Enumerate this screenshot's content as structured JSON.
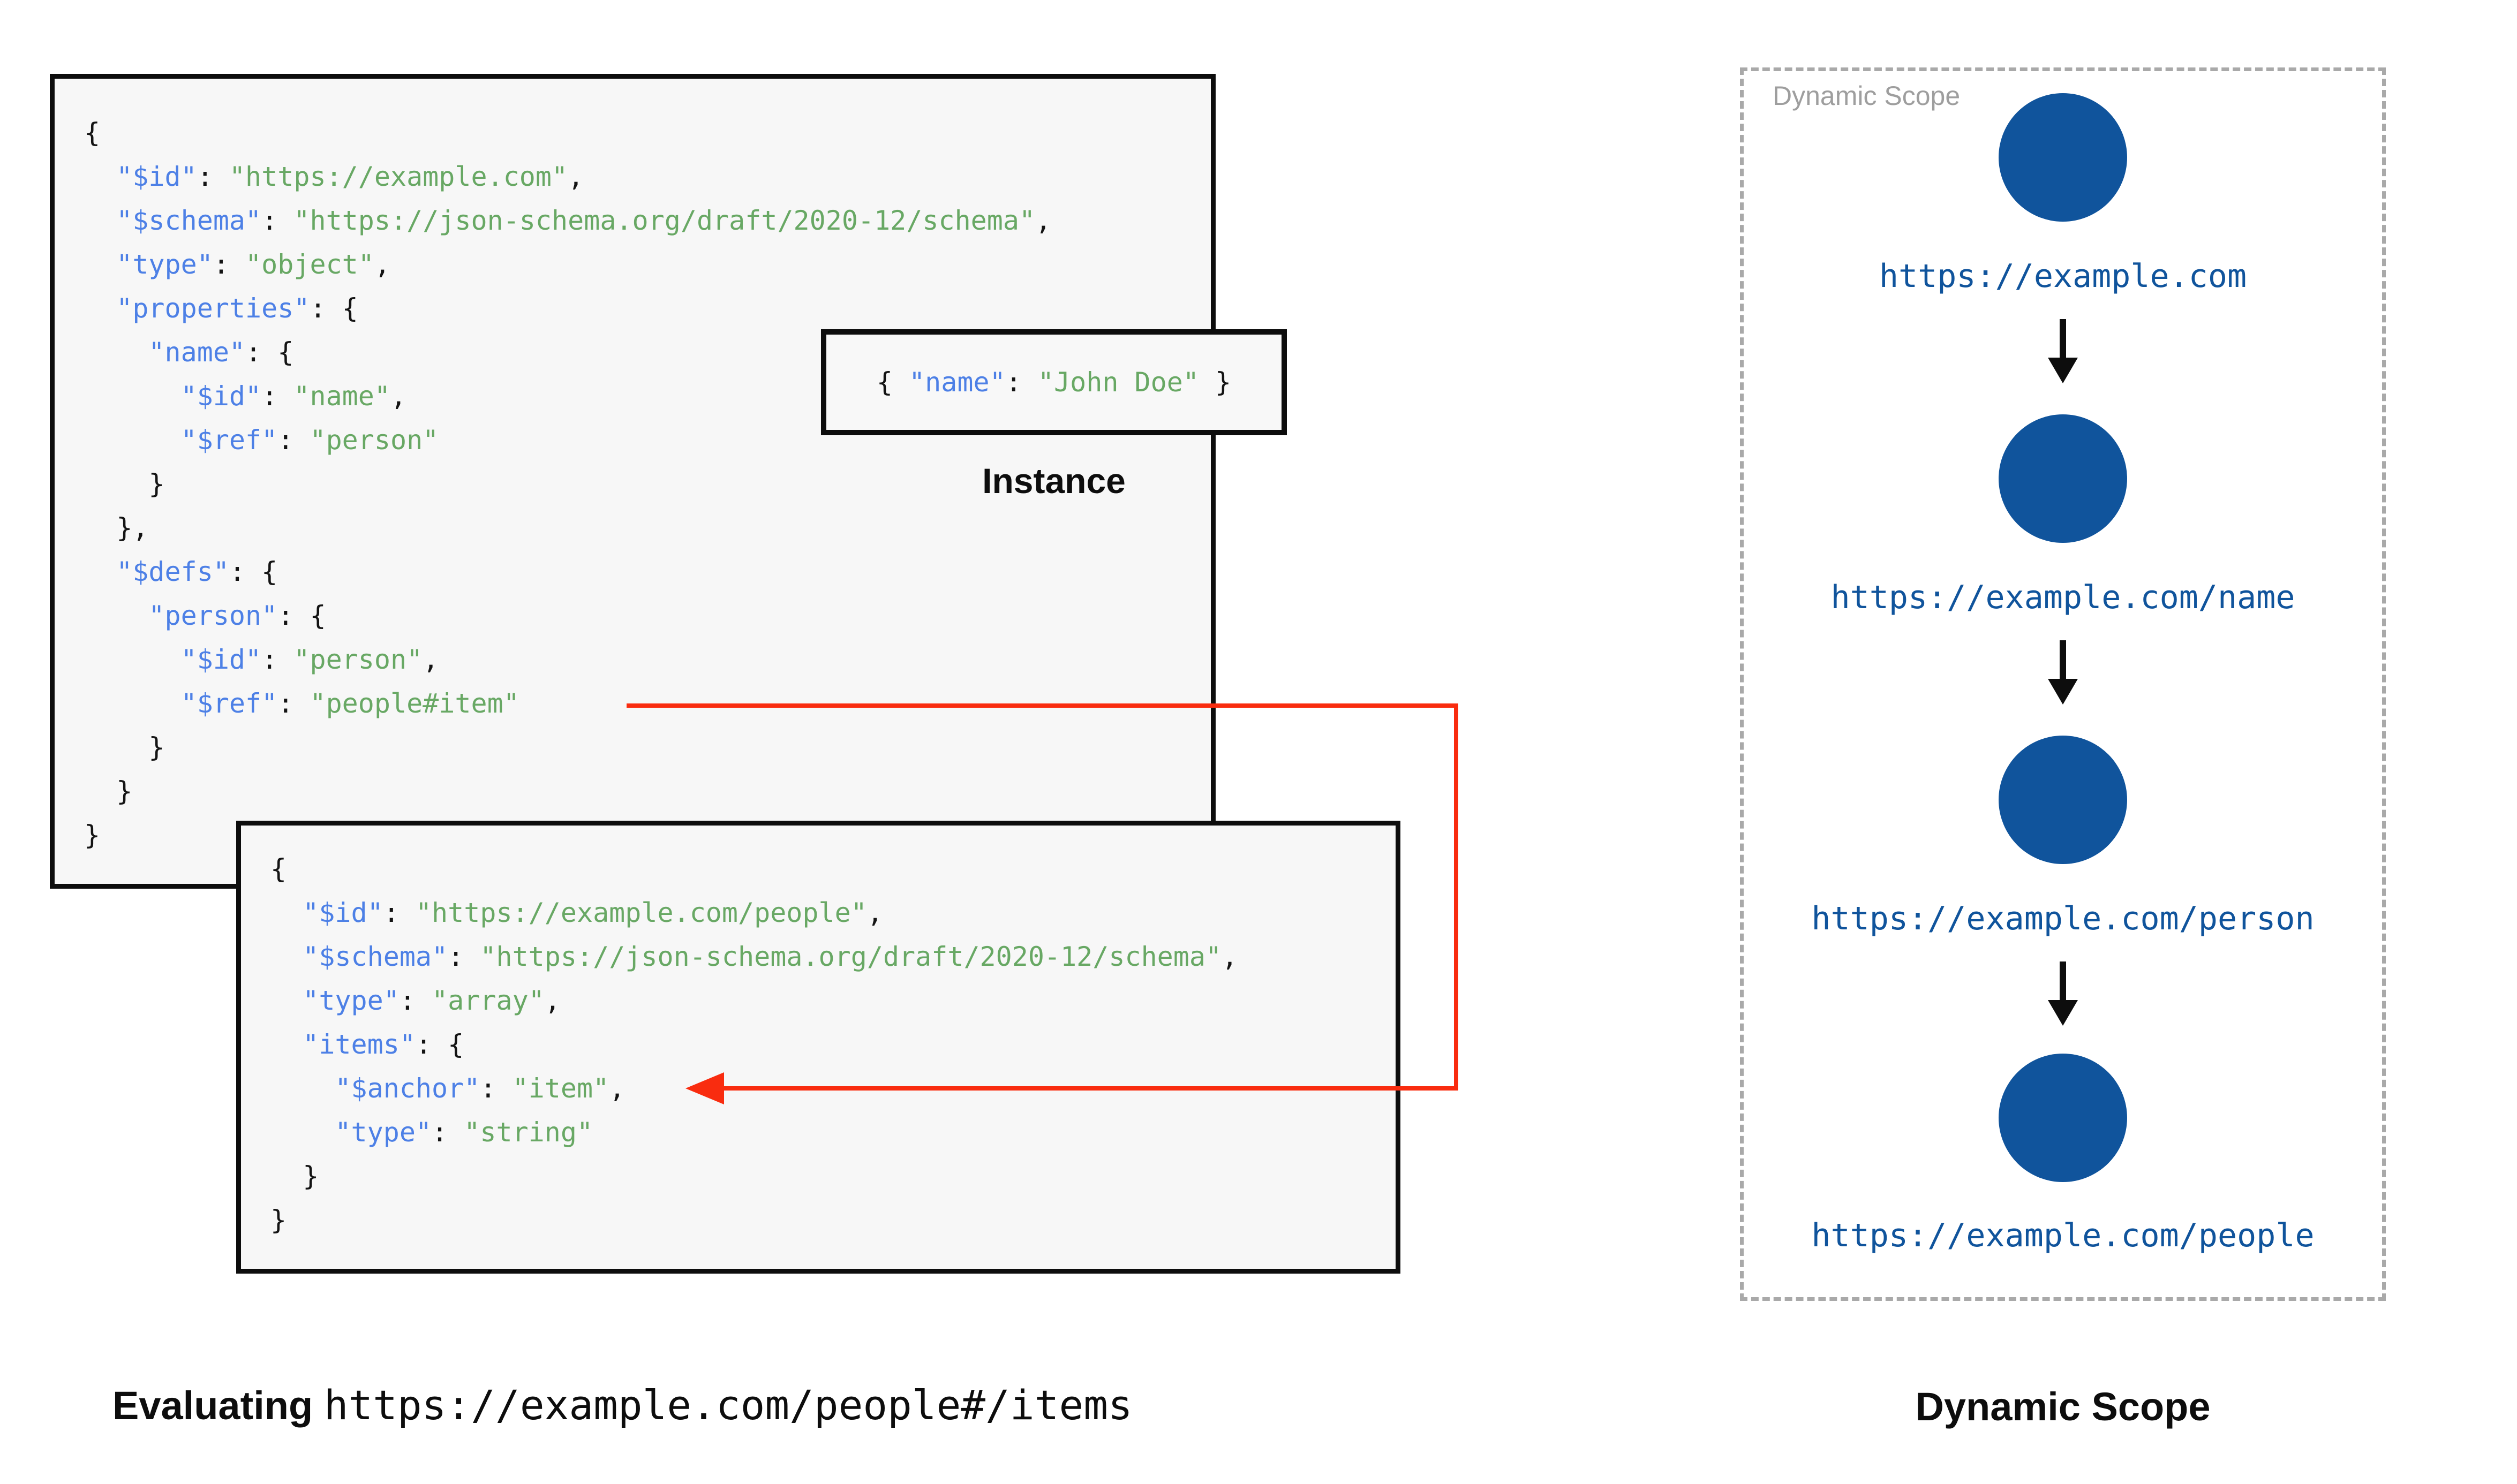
{
  "labels": {
    "instance_caption": "Instance",
    "scope_box_title": "Dynamic Scope",
    "scope_bottom_caption": "Dynamic Scope",
    "evaluating_word": "Evaluating ",
    "evaluating_uri": "https://example.com/people#/items"
  },
  "schema1": {
    "lines": [
      [
        {
          "c": "p",
          "v": "{"
        }
      ],
      [
        {
          "c": "p",
          "v": "  "
        },
        {
          "c": "k",
          "v": "\"$id\""
        },
        {
          "c": "p",
          "v": ": "
        },
        {
          "c": "s",
          "v": "\"https://example.com\""
        },
        {
          "c": "p",
          "v": ","
        }
      ],
      [
        {
          "c": "p",
          "v": "  "
        },
        {
          "c": "k",
          "v": "\"$schema\""
        },
        {
          "c": "p",
          "v": ": "
        },
        {
          "c": "s",
          "v": "\"https://json-schema.org/draft/2020-12/schema\""
        },
        {
          "c": "p",
          "v": ","
        }
      ],
      [
        {
          "c": "p",
          "v": "  "
        },
        {
          "c": "k",
          "v": "\"type\""
        },
        {
          "c": "p",
          "v": ": "
        },
        {
          "c": "s",
          "v": "\"object\""
        },
        {
          "c": "p",
          "v": ","
        }
      ],
      [
        {
          "c": "p",
          "v": "  "
        },
        {
          "c": "k",
          "v": "\"properties\""
        },
        {
          "c": "p",
          "v": ": {"
        }
      ],
      [
        {
          "c": "p",
          "v": "    "
        },
        {
          "c": "k",
          "v": "\"name\""
        },
        {
          "c": "p",
          "v": ": {"
        }
      ],
      [
        {
          "c": "p",
          "v": "      "
        },
        {
          "c": "k",
          "v": "\"$id\""
        },
        {
          "c": "p",
          "v": ": "
        },
        {
          "c": "s",
          "v": "\"name\""
        },
        {
          "c": "p",
          "v": ","
        }
      ],
      [
        {
          "c": "p",
          "v": "      "
        },
        {
          "c": "k",
          "v": "\"$ref\""
        },
        {
          "c": "p",
          "v": ": "
        },
        {
          "c": "s",
          "v": "\"person\""
        }
      ],
      [
        {
          "c": "p",
          "v": "    }"
        }
      ],
      [
        {
          "c": "p",
          "v": "  },"
        }
      ],
      [
        {
          "c": "p",
          "v": "  "
        },
        {
          "c": "k",
          "v": "\"$defs\""
        },
        {
          "c": "p",
          "v": ": {"
        }
      ],
      [
        {
          "c": "p",
          "v": "    "
        },
        {
          "c": "k",
          "v": "\"person\""
        },
        {
          "c": "p",
          "v": ": {"
        }
      ],
      [
        {
          "c": "p",
          "v": "      "
        },
        {
          "c": "k",
          "v": "\"$id\""
        },
        {
          "c": "p",
          "v": ": "
        },
        {
          "c": "s",
          "v": "\"person\""
        },
        {
          "c": "p",
          "v": ","
        }
      ],
      [
        {
          "c": "p",
          "v": "      "
        },
        {
          "c": "k",
          "v": "\"$ref\""
        },
        {
          "c": "p",
          "v": ": "
        },
        {
          "c": "s",
          "v": "\"people#item\""
        }
      ],
      [
        {
          "c": "p",
          "v": "    }"
        }
      ],
      [
        {
          "c": "p",
          "v": "  }"
        }
      ],
      [
        {
          "c": "p",
          "v": "}"
        }
      ]
    ]
  },
  "schema2": {
    "lines": [
      [
        {
          "c": "p",
          "v": "{"
        }
      ],
      [
        {
          "c": "p",
          "v": "  "
        },
        {
          "c": "k",
          "v": "\"$id\""
        },
        {
          "c": "p",
          "v": ": "
        },
        {
          "c": "s",
          "v": "\"https://example.com/people\""
        },
        {
          "c": "p",
          "v": ","
        }
      ],
      [
        {
          "c": "p",
          "v": "  "
        },
        {
          "c": "k",
          "v": "\"$schema\""
        },
        {
          "c": "p",
          "v": ": "
        },
        {
          "c": "s",
          "v": "\"https://json-schema.org/draft/2020-12/schema\""
        },
        {
          "c": "p",
          "v": ","
        }
      ],
      [
        {
          "c": "p",
          "v": "  "
        },
        {
          "c": "k",
          "v": "\"type\""
        },
        {
          "c": "p",
          "v": ": "
        },
        {
          "c": "s",
          "v": "\"array\""
        },
        {
          "c": "p",
          "v": ","
        }
      ],
      [
        {
          "c": "p",
          "v": "  "
        },
        {
          "c": "k",
          "v": "\"items\""
        },
        {
          "c": "p",
          "v": ": {"
        }
      ],
      [
        {
          "c": "p",
          "v": "    "
        },
        {
          "c": "k",
          "v": "\"$anchor\""
        },
        {
          "c": "p",
          "v": ": "
        },
        {
          "c": "s",
          "v": "\"item\""
        },
        {
          "c": "p",
          "v": ","
        }
      ],
      [
        {
          "c": "p",
          "v": "    "
        },
        {
          "c": "k",
          "v": "\"type\""
        },
        {
          "c": "p",
          "v": ": "
        },
        {
          "c": "s",
          "v": "\"string\""
        }
      ],
      [
        {
          "c": "p",
          "v": "  }"
        }
      ],
      [
        {
          "c": "p",
          "v": "}"
        }
      ]
    ]
  },
  "instance": {
    "lines": [
      [
        {
          "c": "p",
          "v": "{ "
        },
        {
          "c": "k",
          "v": "\"name\""
        },
        {
          "c": "p",
          "v": ": "
        },
        {
          "c": "s",
          "v": "\"John Doe\""
        },
        {
          "c": "p",
          "v": " }"
        }
      ]
    ]
  },
  "dynamic_scope": {
    "nodes": [
      {
        "uri": "https://example.com"
      },
      {
        "uri": "https://example.com/name"
      },
      {
        "uri": "https://example.com/person"
      },
      {
        "uri": "https://example.com/people"
      }
    ]
  },
  "colors": {
    "key_blue": "#4d80e6",
    "string_green": "#68a864",
    "punct_black": "#141414",
    "node_blue": "#10549c",
    "ref_arrow_red": "#f92c0f",
    "panel_bg": "#f7f7f7",
    "panel_border": "#0d0d0d",
    "scope_dash_gray": "#a9a9a9",
    "scope_title_gray": "#9e9e9e"
  }
}
